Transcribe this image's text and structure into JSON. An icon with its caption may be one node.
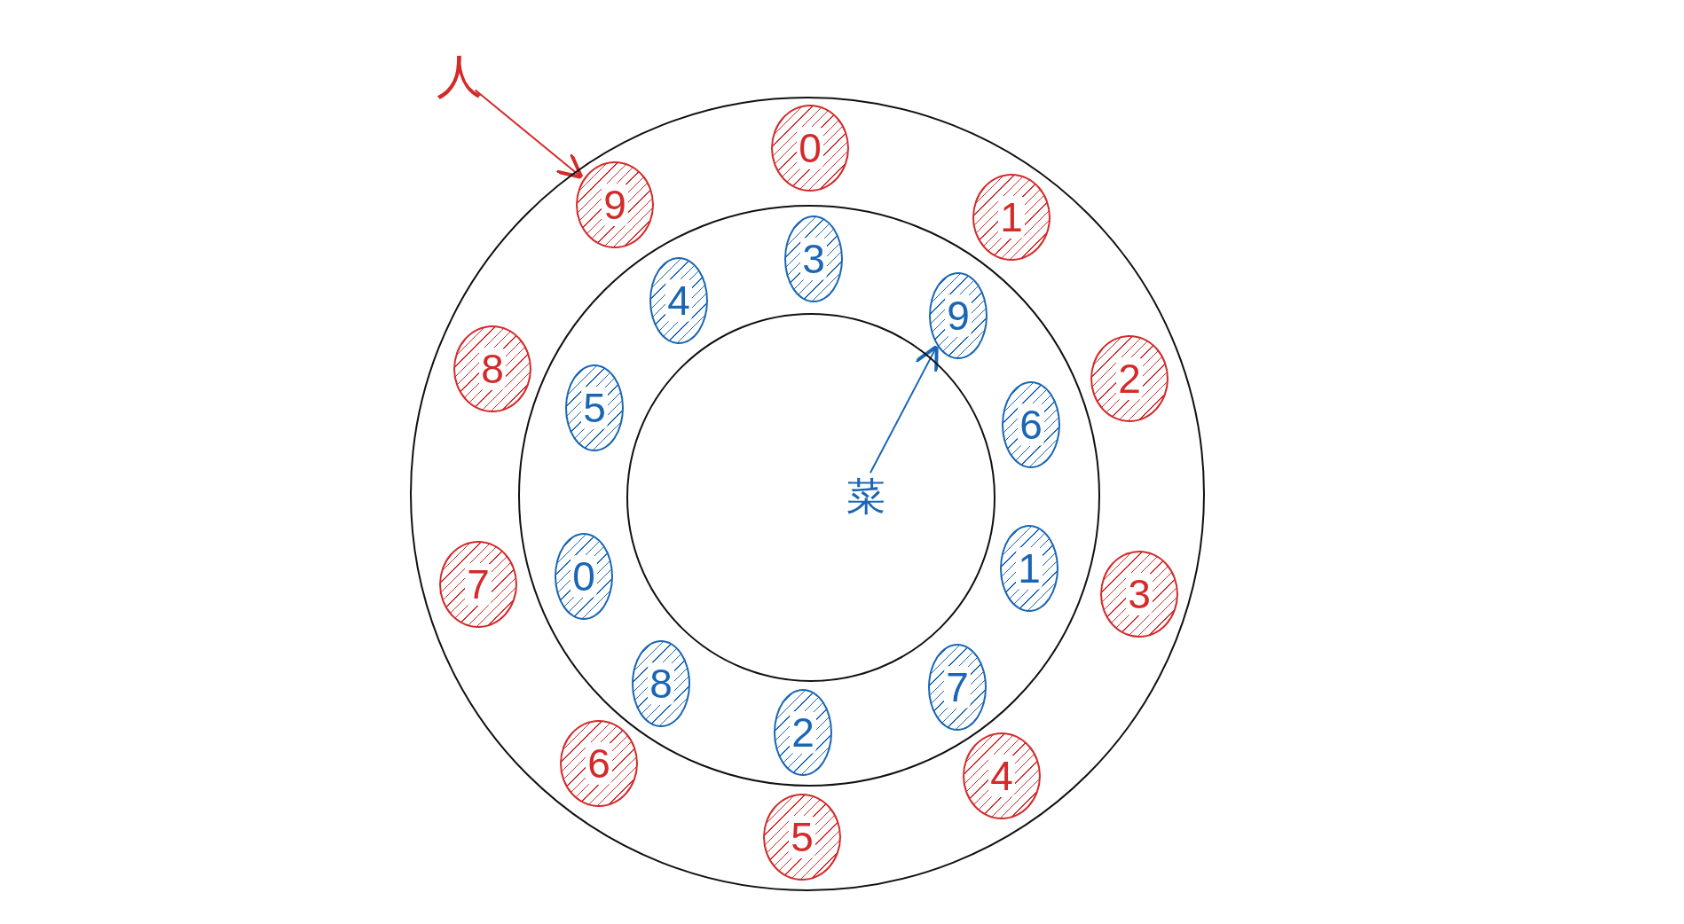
{
  "diagram": {
    "nodes": [
      {
        "text": [],
        "shape": "circle"
      },
      {
        "text": [],
        "shape": "circle",
        "in": 0
      },
      {
        "text": [],
        "shape": "circle",
        "in": 1
      },
      {
        "text": [
          "0"
        ],
        "in": 0
      },
      {
        "text": [
          "1"
        ],
        "in": 0
      },
      {
        "text": [
          "2"
        ],
        "in": 0
      },
      {
        "text": [
          "3"
        ],
        "in": 0
      },
      {
        "text": [
          "4"
        ],
        "in": 0
      },
      {
        "text": [
          "5"
        ],
        "in": 0
      },
      {
        "text": [
          "6"
        ],
        "in": 0
      },
      {
        "text": [
          "7"
        ],
        "in": 0
      },
      {
        "text": [
          "8"
        ],
        "in": 0
      },
      {
        "text": [
          "9"
        ],
        "in": 0
      },
      {
        "text": [
          "3"
        ],
        "in": 1
      },
      {
        "text": [
          "9"
        ],
        "in": 1
      },
      {
        "text": [
          "6"
        ],
        "in": 1
      },
      {
        "text": [
          "1"
        ],
        "in": 1
      },
      {
        "text": [
          "7"
        ],
        "in": 1
      },
      {
        "text": [
          "2"
        ],
        "in": 1
      },
      {
        "text": [
          "8"
        ],
        "in": 1
      },
      {
        "text": [
          "0"
        ],
        "in": 1
      },
      {
        "text": [
          "5"
        ],
        "in": 1
      },
      {
        "text": [
          "4"
        ],
        "in": 1
      },
      {
        "text": [
          "人"
        ]
      },
      {
        "text": [
          "菜"
        ],
        "in": 2
      }
    ],
    "edges": [
      {
        "from": 23,
        "to": 12,
        "arrow": "to",
        "color": "#d42a2a"
      },
      {
        "from": 24,
        "to": 14,
        "arrow": "to",
        "color": "#1a66b5"
      }
    ]
  }
}
